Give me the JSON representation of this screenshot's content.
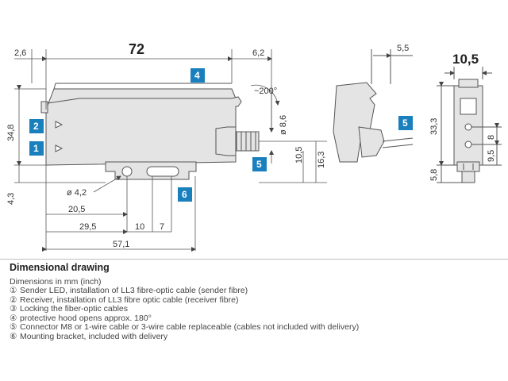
{
  "diagram": {
    "dimensions": {
      "d_2_6": "2,6",
      "d_72": "72",
      "d_6_2": "6,2",
      "d_5_5": "5,5",
      "d_10_5": "10,5",
      "d_200": "~200°",
      "d_8_6": "ø 8,6",
      "d_34_8": "34,8",
      "d_4_3": "4,3",
      "d_10_5_v": "10,5",
      "d_16_3": "16,3",
      "d_4_2": "ø 4,2",
      "d_20_5": "20,5",
      "d_29_5": "29,5",
      "d_10": "10",
      "d_7": "7",
      "d_57_1": "57,1",
      "d_33_3": "33,3",
      "d_8": "8",
      "d_9_5": "9,5",
      "d_5_8": "5,8"
    },
    "badges": {
      "b1": "1",
      "b2": "2",
      "b4": "4",
      "b5a": "5",
      "b5b": "5",
      "b6": "6"
    },
    "colors": {
      "badge": "#1a7fbd",
      "body_fill": "#e4e4e4",
      "line": "#555555"
    }
  },
  "legend": {
    "title": "Dimensional drawing",
    "subtitle": "Dimensions in mm (inch)",
    "items": [
      {
        "num": "①",
        "text": "Sender LED, installation of LL3 fibre-optic cable (sender fibre)"
      },
      {
        "num": "②",
        "text": "Receiver, installation of LL3 fibre optic cable (receiver fibre)"
      },
      {
        "num": "③",
        "text": "Locking the fiber-optic cables"
      },
      {
        "num": "④",
        "text": "protective hood opens approx. 180°"
      },
      {
        "num": "⑤",
        "text": "Connector M8 or 1-wire cable or 3-wire cable replaceable (cables not included with delivery)"
      },
      {
        "num": "⑥",
        "text": "Mounting bracket, included with delivery"
      }
    ]
  }
}
